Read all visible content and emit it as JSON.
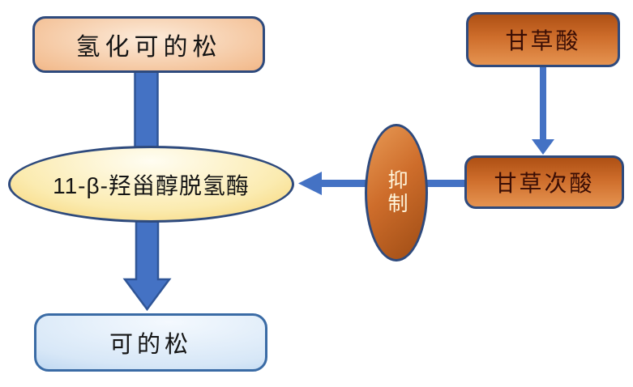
{
  "colors": {
    "arrow_fill": "#4472C4",
    "arrow_outline": "#2F5597",
    "border_navy": "#2E4A7D",
    "border_blue": "#3A6BA5",
    "orange_top": "#AE5014",
    "orange_mid": "#CE6D2B",
    "orange_bottom": "#E59350",
    "peach_light": "#FCEBDA",
    "peach_mid": "#F3BE92",
    "peach_dark": "#E2813F",
    "yellow_light": "#FFFDF2",
    "yellow_mid": "#FBEBB0",
    "yellow_dark": "#F2BF3E",
    "inhibit_light": "#E89A55",
    "inhibit_mid": "#CE6D2B",
    "inhibit_dark": "#9E4C14",
    "blue_light": "#F4F9FE",
    "blue_mid": "#D7E7F7",
    "blue_dark": "#90BAE6",
    "text_dark": "#141414",
    "text_maroon": "#3A0E05",
    "text_cream": "#FFF6DC"
  },
  "diagram": {
    "nodes": {
      "hydrocortisone": {
        "label": "氢化可的松",
        "shape": "rounded-rect"
      },
      "glycyrrhizic_acid": {
        "label": "甘草酸",
        "shape": "rounded-rect"
      },
      "enzyme": {
        "label": "11-β-羟甾醇脱氢酶",
        "shape": "ellipse"
      },
      "inhibit": {
        "label": "抑制",
        "shape": "ellipse",
        "text_direction": "vertical"
      },
      "glycyrrhetinic_acid": {
        "label": "甘草次酸",
        "shape": "rounded-rect"
      },
      "cortisone": {
        "label": "可的松",
        "shape": "rounded-rect"
      }
    },
    "edges": [
      {
        "from": "hydrocortisone",
        "through": "enzyme",
        "to": "cortisone",
        "style": "thick-block-arrow"
      },
      {
        "from": "glycyrrhizic_acid",
        "to": "glycyrrhetinic_acid",
        "style": "thin-arrow"
      },
      {
        "from": "glycyrrhetinic_acid",
        "through": "inhibit",
        "to": "enzyme",
        "style": "thin-arrow"
      }
    ]
  }
}
